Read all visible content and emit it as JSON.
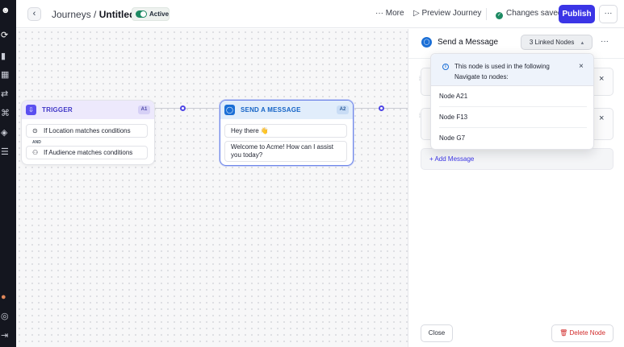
{
  "rail": {
    "icons": [
      "logo-icon",
      "journeys-icon",
      "analytics-icon",
      "apps-icon",
      "flows-icon",
      "connections-icon",
      "layers-icon",
      "settings-sliders-icon"
    ],
    "bottom_icons": [
      "profile-icon",
      "help-icon",
      "collapse-icon"
    ]
  },
  "header": {
    "back_label": "‹",
    "breadcrumb_parent": "Journeys",
    "breadcrumb_sep": "/",
    "breadcrumb_current": "Untitled",
    "status_label": "Active",
    "more_label": "··· More",
    "preview_label": "▷ Preview Journey",
    "saved_label": "Changes saved",
    "publish_label": "Publish",
    "menu_label": "···",
    "colors": {
      "accent": "#3b35e6",
      "status": "#1e8a63"
    }
  },
  "canvas": {
    "trigger_node": {
      "title": "TRIGGER",
      "tag": "A1",
      "conditions": [
        "If Location matches conditions",
        "If Audience matches conditions"
      ],
      "joiner": "AND"
    },
    "send_node": {
      "title": "SEND A MESSAGE",
      "tag": "A2",
      "messages": [
        "Hey there 👋",
        "Welcome to Acme! How can I assist you today?"
      ]
    }
  },
  "panel": {
    "title": "Send a Message",
    "linked_label": "3 Linked Nodes",
    "linked_caret": "▴",
    "menu_label": "···",
    "add_message_label": "+  Add Message",
    "close_label": "Close",
    "delete_label": "🗑  Delete Node",
    "colors": {
      "danger": "#d12b2b"
    }
  },
  "popover": {
    "info": "This node is used in the following Navigate to nodes:",
    "close_label": "×",
    "items": [
      "Node A21",
      "Node F13",
      "Node G7"
    ]
  }
}
